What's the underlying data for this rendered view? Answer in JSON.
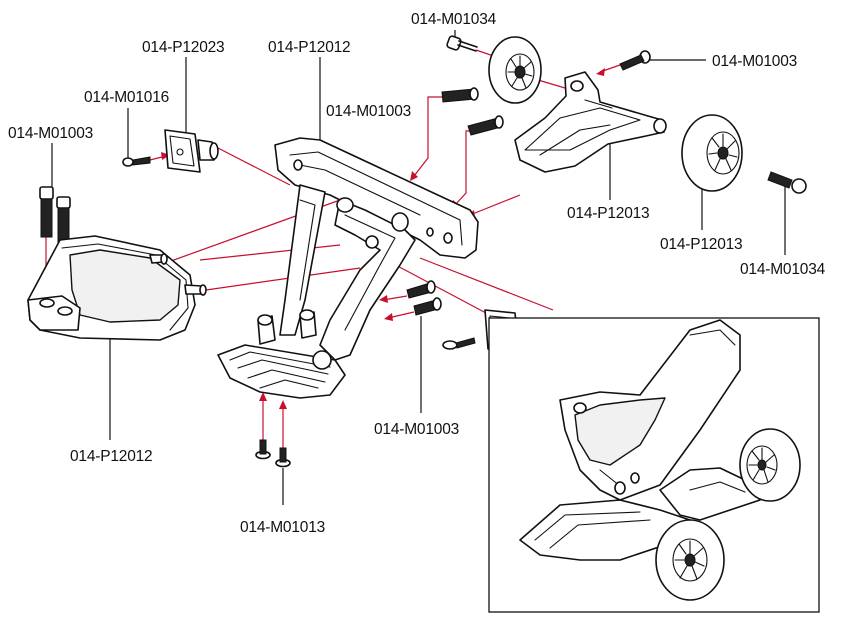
{
  "diagram": {
    "labels": {
      "m01034_top": "014-M01034",
      "p12023": "014-P12023",
      "p12012_top": "014-P12012",
      "m01016": "014-M01016",
      "m01003_mid": "014-M01003",
      "m01003_right": "014-M01003",
      "m01003_left": "014-M01003",
      "p12013_arm": "014-P12013",
      "p12013_wheel": "014-P12013",
      "m01034_right": "014-M01034",
      "p12012_bottom": "014-P12012",
      "m01003_bottom": "014-M01003",
      "m01013": "014-M01013"
    },
    "colors": {
      "line": "#111111",
      "accent": "#c8102e",
      "background": "#ffffff"
    }
  }
}
